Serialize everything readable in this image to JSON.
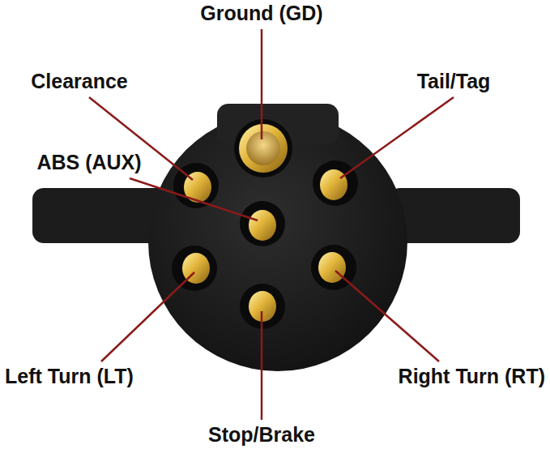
{
  "diagram": {
    "labels": [
      "Ground (GD)",
      "Clearance",
      "Tail/Tag",
      "ABS (AUX)",
      "Left Turn (LT)",
      "Right Turn (RT)",
      "Stop/Brake"
    ]
  }
}
